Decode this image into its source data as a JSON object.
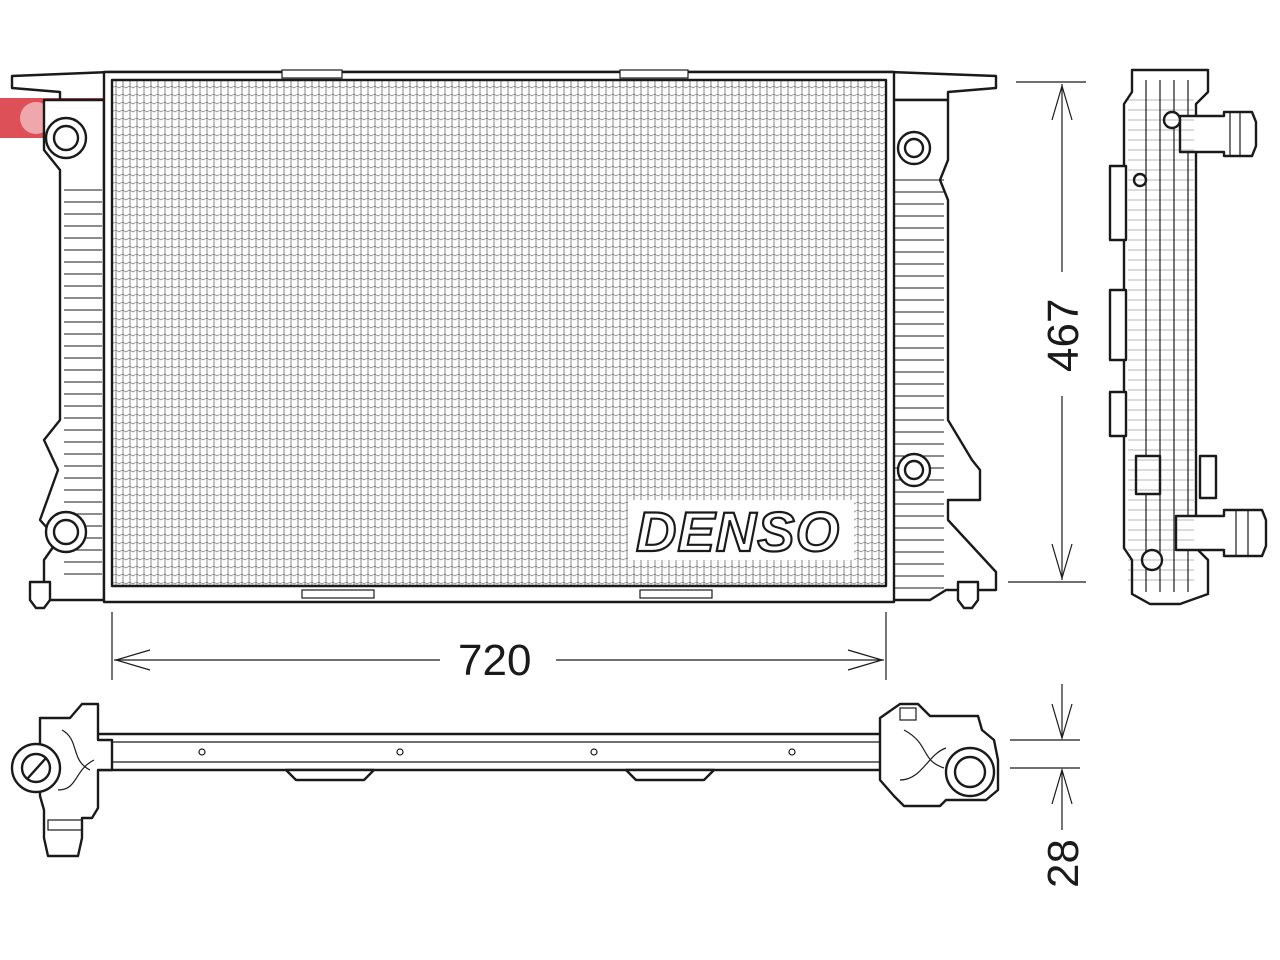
{
  "drawing": {
    "brand": "DENSO",
    "dimensions": {
      "width": "720",
      "height": "467",
      "depth": "28"
    }
  },
  "colors": {
    "line": "#1a1a1a",
    "background": "#ffffff",
    "watermark": "#d8323c"
  }
}
